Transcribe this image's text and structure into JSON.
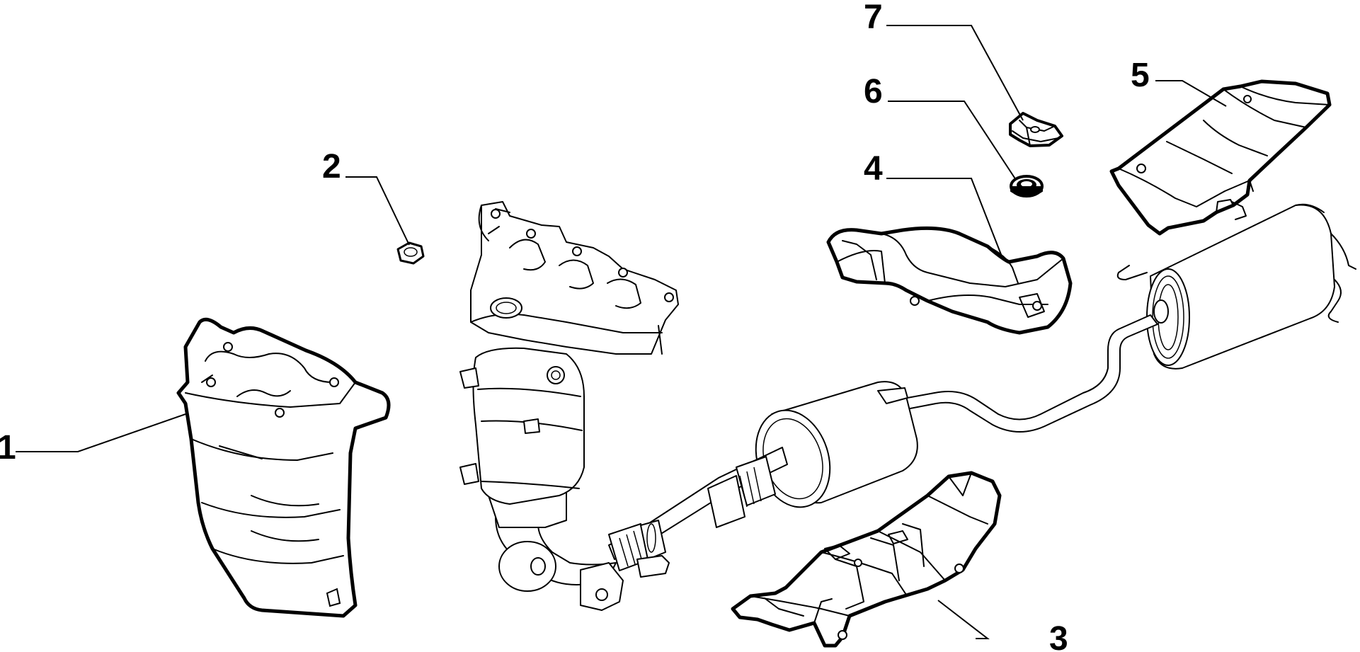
{
  "callouts": [
    {
      "id": "1",
      "part": "heat-shield-exhaust-manifold"
    },
    {
      "id": "2",
      "part": "nut"
    },
    {
      "id": "3",
      "part": "heat-shield-underbody"
    },
    {
      "id": "4",
      "part": "heat-shield-pipe"
    },
    {
      "id": "5",
      "part": "heat-shield-rear"
    },
    {
      "id": "6",
      "part": "washer"
    },
    {
      "id": "7",
      "part": "clip"
    }
  ]
}
